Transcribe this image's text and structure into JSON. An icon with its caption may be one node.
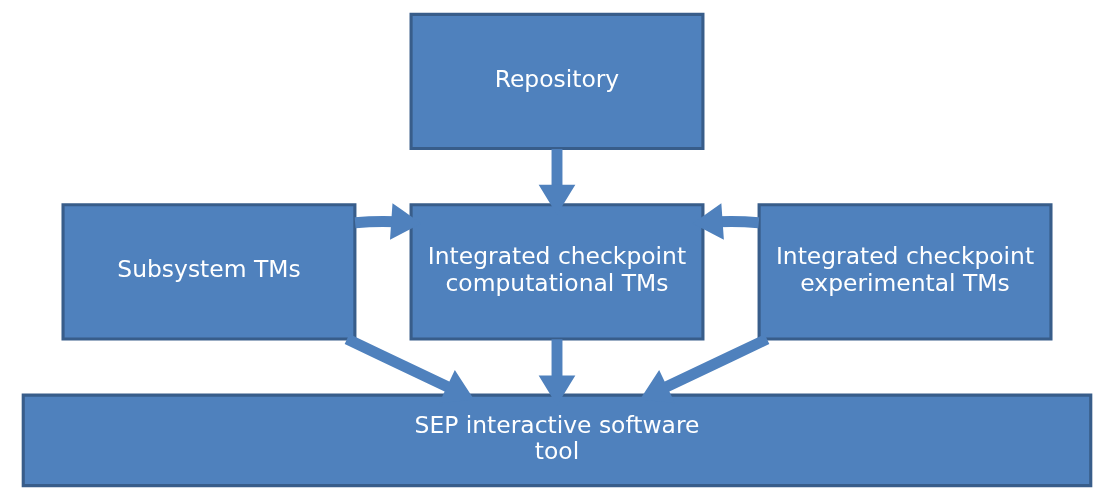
{
  "diagram": {
    "nodes": [
      {
        "text": [
          "Repository"
        ]
      },
      {
        "text": [
          "Subsystem TMs"
        ]
      },
      {
        "text": [
          "Integrated checkpoint computational TMs"
        ]
      },
      {
        "text": [
          "Integrated checkpoint experimental TMs"
        ]
      },
      {
        "text": [
          "SEP interactive software tool"
        ]
      }
    ],
    "edges": [
      {
        "from": 0,
        "to": 2,
        "arrow": "to"
      },
      {
        "from": 1,
        "to": 2,
        "arrow": "to"
      },
      {
        "from": 3,
        "to": 2,
        "arrow": "to"
      },
      {
        "from": 1,
        "to": 4,
        "arrow": "to"
      },
      {
        "from": 2,
        "to": 4,
        "arrow": "to"
      },
      {
        "from": 3,
        "to": 4,
        "arrow": "to"
      }
    ]
  }
}
